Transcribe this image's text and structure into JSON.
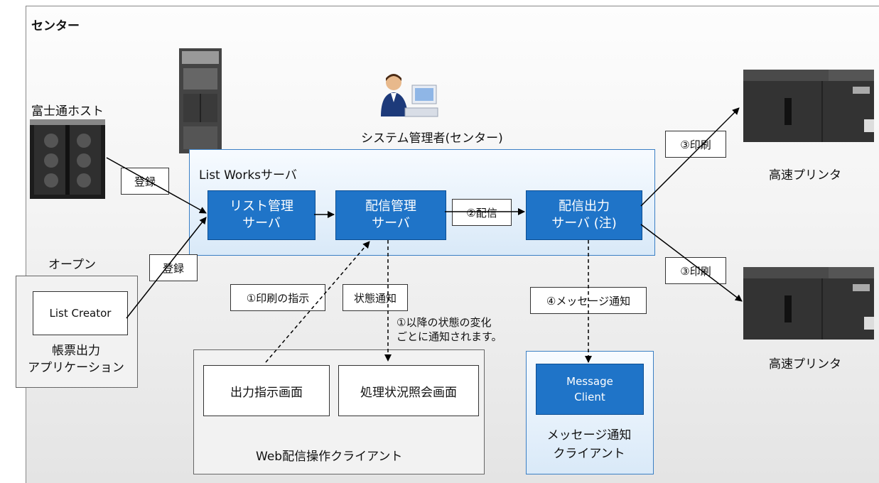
{
  "section_label": "センター",
  "host_label": "富士通ホスト",
  "open_label": "オープン",
  "admin_label": "システム管理者(センター)",
  "server_group_label": "List Worksサーバ",
  "list_mgmt": {
    "line1": "リスト管理",
    "line2": "サーバ"
  },
  "delivery_mgmt": {
    "line1": "配信管理",
    "line2": "サーバ"
  },
  "delivery_output": {
    "line1": "配信出力",
    "line2": "サーバ (注)"
  },
  "register_label": "登録",
  "deliver_label": "②配信",
  "print_label": "③印刷",
  "printer_label": "高速プリンタ",
  "list_creator_label": "List Creator",
  "form_app": {
    "line1": "帳票出力",
    "line2": "アプリケーション"
  },
  "print_instruction_label": "①印刷の指示",
  "status_notice_label": "状態通知",
  "status_note": {
    "line1": "①以降の状態の変化",
    "line2": "ごとに通知されます。"
  },
  "message_notice_label": "④メッセージ通知",
  "output_screen_label": "出力指示画面",
  "status_query_screen_label": "処理状況照会画面",
  "web_client_label": "Web配信操作クライアント",
  "message_client": {
    "line1": "Message",
    "line2": "Client"
  },
  "message_notice_client": {
    "line1": "メッセージ通知",
    "line2": "クライアント"
  }
}
